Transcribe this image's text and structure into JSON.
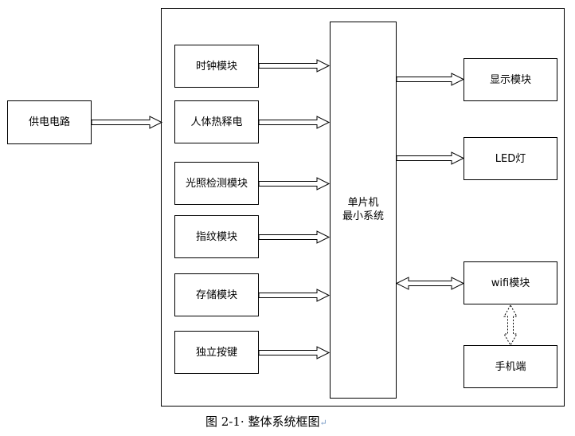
{
  "blocks": {
    "power": "供电电路",
    "clock": "时钟模块",
    "pir": "人体热释电",
    "light": "光照检测模块",
    "fingerprint": "指纹模块",
    "storage": "存储模块",
    "keys": "独立按键",
    "display": "显示模块",
    "led": "LED灯",
    "wifi": "wifi模块",
    "phone": "手机端"
  },
  "mcu": {
    "line1": "单片机",
    "line2": "最小系统"
  },
  "caption": {
    "text": "图 2-1· 整体系统框图",
    "mark": "↵"
  }
}
